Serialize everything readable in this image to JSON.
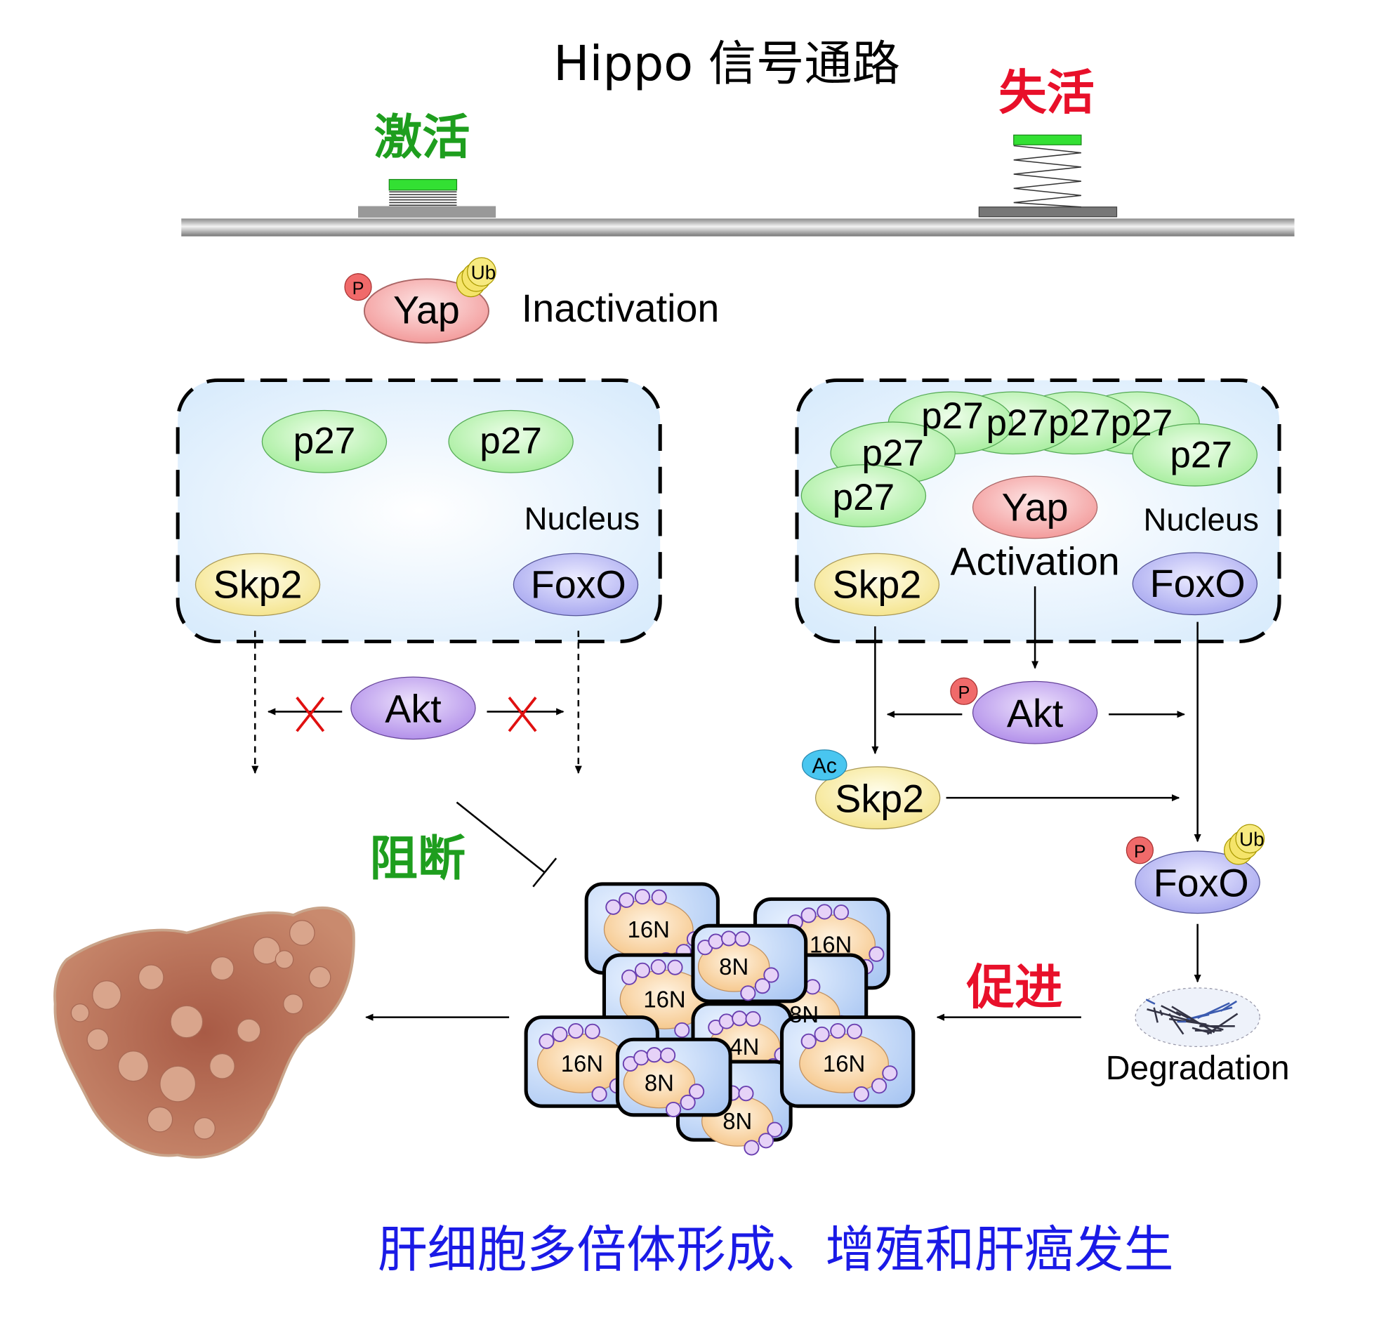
{
  "title": "Hippo 信号通路",
  "activated_label": "激活",
  "inactivated_label": "失活",
  "left": {
    "yap": "Yap",
    "p": "P",
    "ub": "Ub",
    "inactivation": "Inactivation",
    "p27": [
      "p27",
      "p27"
    ],
    "nucleus": "Nucleus",
    "skp2": "Skp2",
    "foxo": "FoxO",
    "akt": "Akt",
    "block_label": "阻断"
  },
  "right": {
    "p27": [
      "p27",
      "p27",
      "p27",
      "p27",
      "p27",
      "p27",
      "p27"
    ],
    "yap": "Yap",
    "activation": "Activation",
    "nucleus": "Nucleus",
    "skp2": "Skp2",
    "foxo": "FoxO",
    "akt": "Akt",
    "p": "P",
    "ac": "Ac",
    "skp2_ac": "Skp2",
    "foxo_pub": "FoxO",
    "ub": "Ub",
    "degradation": "Degradation",
    "promote_label": "促进"
  },
  "cells": [
    "16N",
    "16N",
    "8N",
    "16N",
    "4N",
    "8N",
    "8N",
    "16N",
    "16N",
    "8N"
  ],
  "bottom_caption": "肝细胞多倍体形成、增殖和肝癌发生",
  "colors": {
    "green_text": "#1e9e1e",
    "red_text": "#e8102a",
    "caption_blue": "#1a1ae6",
    "p27_fill": "#c9f5c4",
    "yap_fill": "#f8bcbc",
    "skp2_fill": "#fbf2b0",
    "foxo_fill": "#c9c9f5",
    "akt_fill": "#cdb2f2"
  }
}
